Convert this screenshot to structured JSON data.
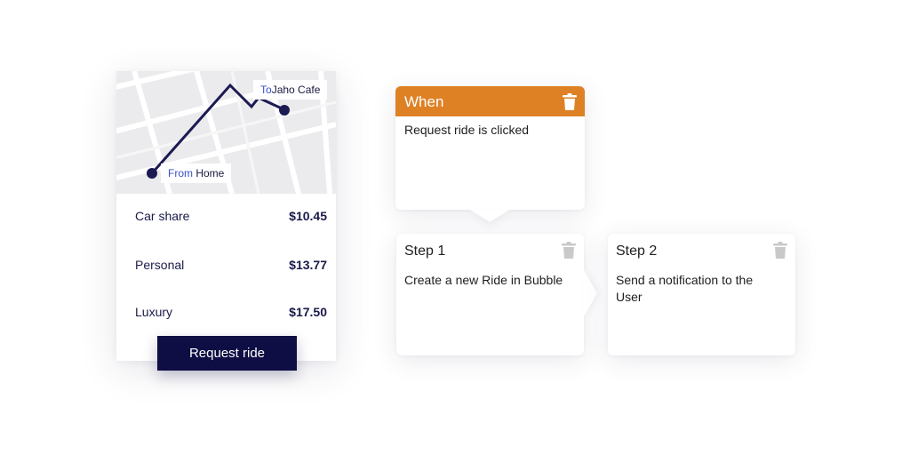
{
  "map": {
    "from_prefix": "From",
    "from_place": "Home",
    "to_prefix": "To",
    "to_place": "Jaho Cafe",
    "route_color": "#1b1a52"
  },
  "rides": [
    {
      "name": "Car share",
      "price": "$10.45"
    },
    {
      "name": "Personal",
      "price": "$13.77"
    },
    {
      "name": "Luxury",
      "price": "$17.50"
    }
  ],
  "request_button": "Request ride",
  "workflow": {
    "when": {
      "title": "When",
      "event": "Request ride is clicked",
      "header_color": "#de8125",
      "icon": "trash-icon"
    },
    "steps": [
      {
        "title": "Step 1",
        "action": "Create a new Ride in Bubble",
        "icon": "trash-icon"
      },
      {
        "title": "Step 2",
        "action": "Send a notification to the User",
        "icon": "trash-icon"
      }
    ]
  }
}
